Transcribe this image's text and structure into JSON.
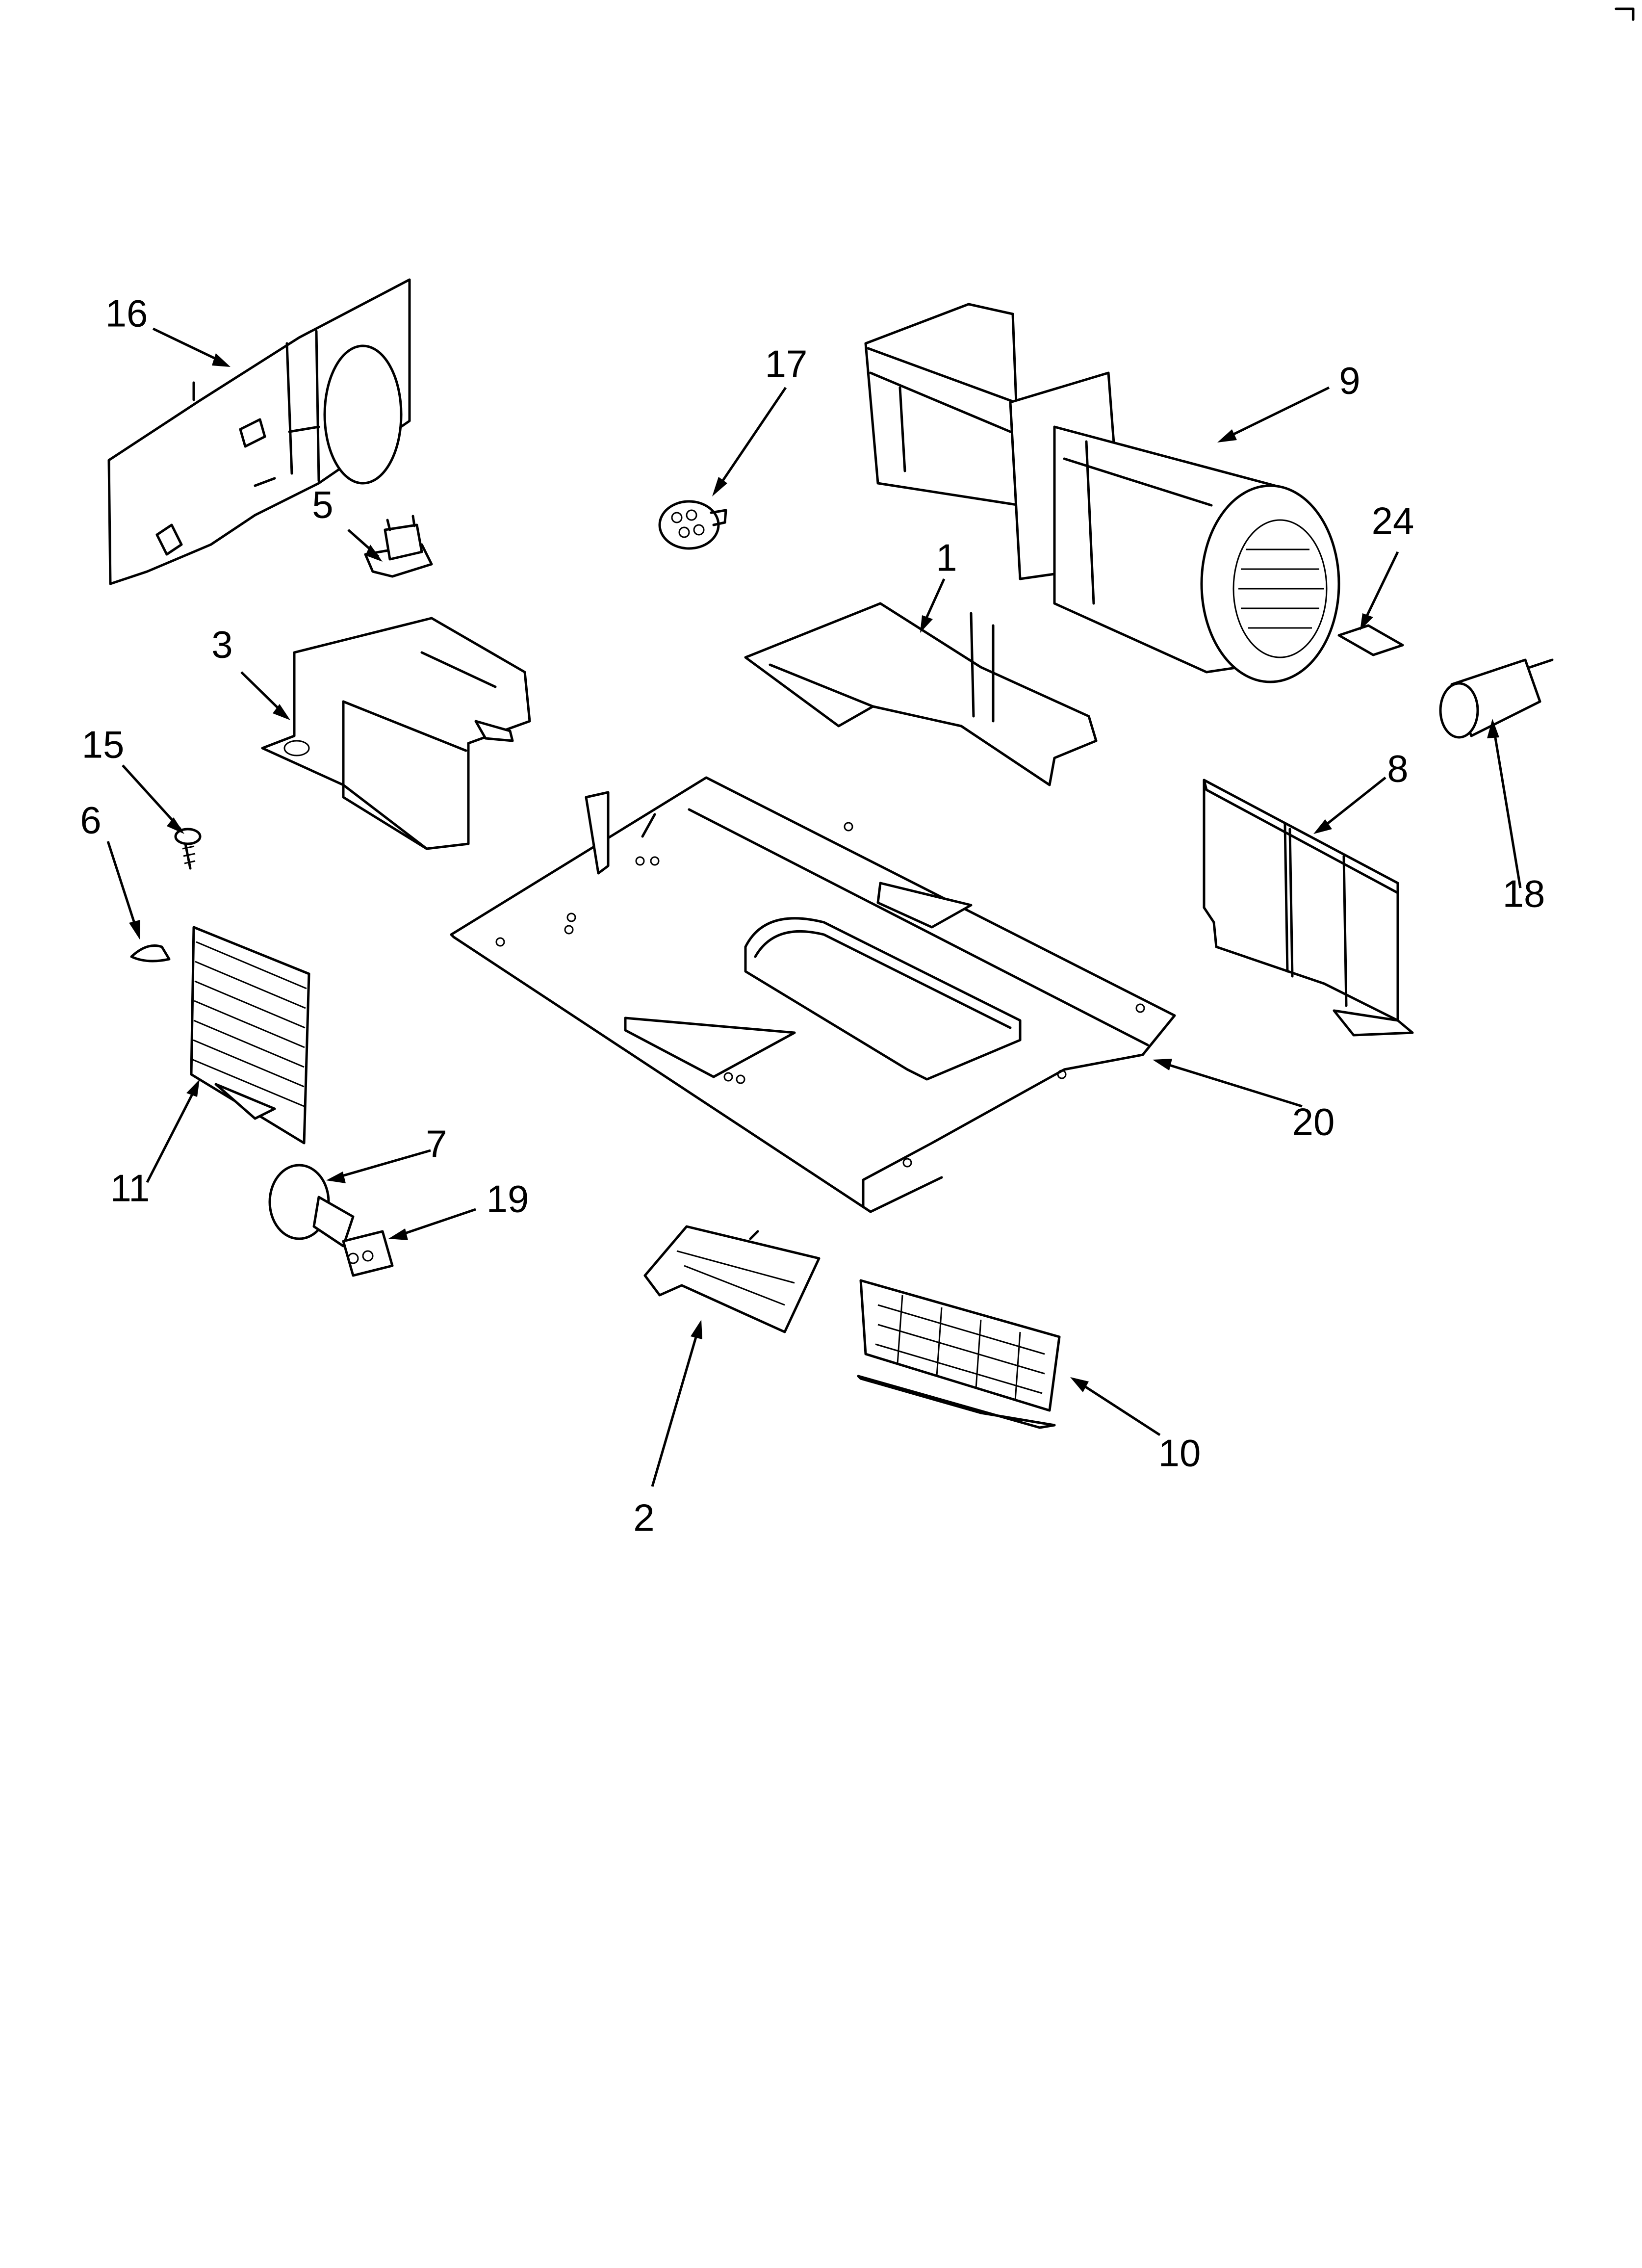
{
  "diagram": {
    "labels": {
      "p1": "1",
      "p2": "2",
      "p3": "3",
      "p5": "5",
      "p6": "6",
      "p7": "7",
      "p8": "8",
      "p9": "9",
      "p10": "10",
      "p11": "11",
      "p15": "15",
      "p16": "16",
      "p17": "17",
      "p18": "18",
      "p19": "19",
      "p20": "20",
      "p24": "24"
    }
  }
}
